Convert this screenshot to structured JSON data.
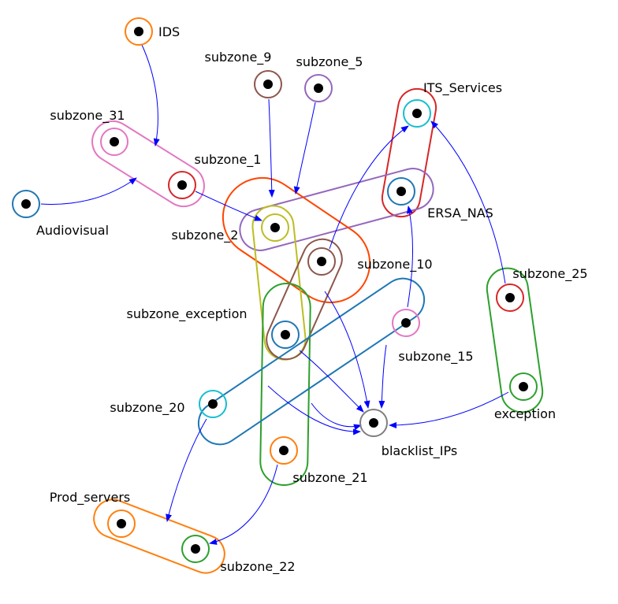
{
  "nodes": [
    {
      "id": "ids",
      "label": "IDS",
      "color": "#ff7f0e"
    },
    {
      "id": "subzone_9",
      "label": "subzone_9",
      "color": "#8c564b"
    },
    {
      "id": "subzone_5",
      "label": "subzone_5",
      "color": "#9467bd"
    },
    {
      "id": "its_services",
      "label": "ITS_Services",
      "color": "#17becf"
    },
    {
      "id": "subzone_31",
      "label": "subzone_31",
      "color": "#e377c2"
    },
    {
      "id": "subzone_1",
      "label": "subzone_1",
      "color": "#d62728"
    },
    {
      "id": "audiovisual",
      "label": "Audiovisual",
      "color": "#1f77b4"
    },
    {
      "id": "ersa_nas",
      "label": "ERSA_NAS",
      "color": "#1f77b4"
    },
    {
      "id": "subzone_2",
      "label": "subzone_2",
      "color": "#bcbd22"
    },
    {
      "id": "subzone_10",
      "label": "subzone_10",
      "color": "#8c564b"
    },
    {
      "id": "subzone_25",
      "label": "subzone_25",
      "color": "#d62728"
    },
    {
      "id": "subzone_exception",
      "label": "subzone_exception",
      "color": "#1f77b4"
    },
    {
      "id": "subzone_15",
      "label": "subzone_15",
      "color": "#e377c2"
    },
    {
      "id": "exception",
      "label": "exception",
      "color": "#2ca02c"
    },
    {
      "id": "subzone_20",
      "label": "subzone_20",
      "color": "#17becf"
    },
    {
      "id": "blacklist_ips",
      "label": "blacklist_IPs",
      "color": "#7f7f7f"
    },
    {
      "id": "subzone_21",
      "label": "subzone_21",
      "color": "#ff7f0e"
    },
    {
      "id": "prod_servers",
      "label": "Prod_servers",
      "color": "#ff7f0e"
    },
    {
      "id": "subzone_22",
      "label": "subzone_22",
      "color": "#2ca02c"
    }
  ],
  "groups": [
    {
      "id": "g-subzone31-subzone1",
      "members": [
        "subzone_31",
        "subzone_1"
      ],
      "color": "#e377c2"
    },
    {
      "id": "g-its-ersa",
      "members": [
        "its_services",
        "ersa_nas"
      ],
      "color": "#d62728"
    },
    {
      "id": "g-subzone2-ersa",
      "members": [
        "subzone_2",
        "ersa_nas"
      ],
      "color": "#9467bd"
    },
    {
      "id": "g-subzone2-subzone10",
      "members": [
        "subzone_2",
        "subzone_10"
      ],
      "color": "#ff4500"
    },
    {
      "id": "g-subzone2-exception",
      "members": [
        "subzone_2",
        "subzone_exception"
      ],
      "color": "#bcbd22"
    },
    {
      "id": "g-subzone10-exception",
      "members": [
        "subzone_10",
        "subzone_exception"
      ],
      "color": "#8c564b"
    },
    {
      "id": "g-exception-subzone21",
      "members": [
        "subzone_exception",
        "subzone_21"
      ],
      "color": "#2ca02c"
    },
    {
      "id": "g-subzone20-subzone15",
      "members": [
        "subzone_20",
        "subzone_15"
      ],
      "color": "#1f77b4"
    },
    {
      "id": "g-subzone25-exception",
      "members": [
        "subzone_25",
        "exception"
      ],
      "color": "#2ca02c"
    },
    {
      "id": "g-prod-subzone22",
      "members": [
        "prod_servers",
        "subzone_22"
      ],
      "color": "#ff7f0e"
    }
  ],
  "edges": [
    {
      "from": "ids",
      "to": "subzone_31"
    },
    {
      "from": "audiovisual",
      "to": "subzone_31"
    },
    {
      "from": "subzone_1",
      "to": "subzone_2"
    },
    {
      "from": "subzone_9",
      "to": "subzone_2"
    },
    {
      "from": "subzone_5",
      "to": "subzone_2"
    },
    {
      "from": "subzone_10",
      "to": "its_services"
    },
    {
      "from": "subzone_25",
      "to": "its_services"
    },
    {
      "from": "subzone_15",
      "to": "ersa_nas"
    },
    {
      "from": "subzone_10",
      "to": "blacklist_ips"
    },
    {
      "from": "subzone_exception",
      "to": "blacklist_ips"
    },
    {
      "from": "subzone_15",
      "to": "blacklist_ips"
    },
    {
      "from": "subzone_exception",
      "to": "blacklist_ips"
    },
    {
      "from": "subzone_20",
      "to": "blacklist_ips"
    },
    {
      "from": "exception",
      "to": "blacklist_ips"
    },
    {
      "from": "subzone_20",
      "to": "prod_servers"
    },
    {
      "from": "subzone_21",
      "to": "subzone_22"
    }
  ]
}
